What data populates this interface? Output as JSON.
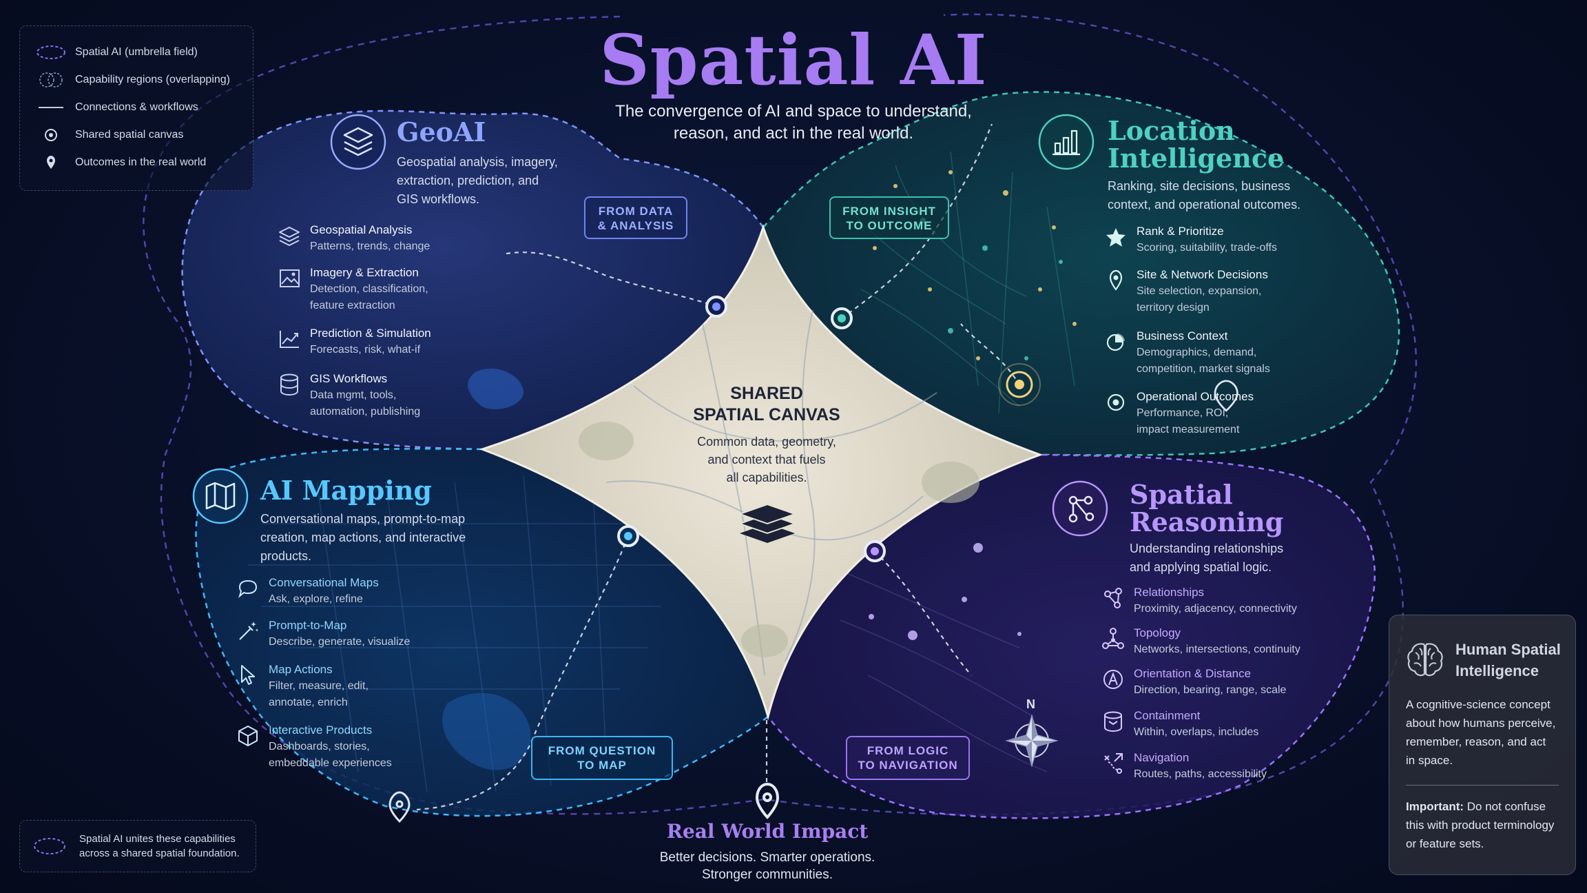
{
  "header": {
    "title": "Spatial AI",
    "subtitle_line1": "The convergence of AI and space to understand,",
    "subtitle_line2": "reason, and act in the real world."
  },
  "legend": {
    "items": [
      {
        "icon": "dashed-ellipse-icon",
        "label": "Spatial AI (umbrella field)"
      },
      {
        "icon": "overlap-circles-icon",
        "label": "Capability regions (overlapping)"
      },
      {
        "icon": "line-icon",
        "label": "Connections & workflows"
      },
      {
        "icon": "target-dot-icon",
        "label": "Shared spatial canvas"
      },
      {
        "icon": "map-pin-icon",
        "label": "Outcomes in the real world"
      }
    ]
  },
  "regions": {
    "geoai": {
      "title": "GeoAI",
      "desc": [
        "Geospatial analysis, imagery,",
        "extraction, prediction, and",
        "GIS workflows."
      ],
      "color": "#8ea4ff",
      "items": [
        {
          "icon": "layers-icon",
          "title": "Geospatial Analysis",
          "desc": [
            "Patterns, trends, change"
          ]
        },
        {
          "icon": "image-icon",
          "title": "Imagery & Extraction",
          "desc": [
            "Detection, classification,",
            "feature extraction"
          ]
        },
        {
          "icon": "trend-chart-icon",
          "title": "Prediction & Simulation",
          "desc": [
            "Forecasts, risk, what-if"
          ]
        },
        {
          "icon": "database-icon",
          "title": "GIS Workflows",
          "desc": [
            "Data mgmt, tools,",
            "automation, publishing"
          ]
        }
      ]
    },
    "location": {
      "title_line1": "Location",
      "title_line2": "Intelligence",
      "desc": [
        "Ranking, site decisions, business",
        "context, and operational outcomes."
      ],
      "color": "#4fd1c0",
      "items": [
        {
          "icon": "star-icon",
          "title": "Rank & Prioritize",
          "desc": [
            "Scoring, suitability, trade-offs"
          ]
        },
        {
          "icon": "map-pin-icon",
          "title": "Site & Network Decisions",
          "desc": [
            "Site selection, expansion,",
            "territory design"
          ]
        },
        {
          "icon": "pie-chart-icon",
          "title": "Business Context",
          "desc": [
            "Demographics, demand,",
            "competition, market signals"
          ]
        },
        {
          "icon": "target-icon",
          "title": "Operational Outcomes",
          "desc": [
            "Performance, ROI,",
            "impact measurement"
          ]
        }
      ]
    },
    "mapping": {
      "title": "AI Mapping",
      "desc": [
        "Conversational maps, prompt-to-map",
        "creation, map actions, and interactive",
        "products."
      ],
      "color": "#56c8ff",
      "items": [
        {
          "icon": "chat-bubble-icon",
          "title": "Conversational Maps",
          "desc": [
            "Ask, explore, refine"
          ]
        },
        {
          "icon": "magic-wand-icon",
          "title": "Prompt-to-Map",
          "desc": [
            "Describe, generate, visualize"
          ]
        },
        {
          "icon": "cursor-icon",
          "title": "Map Actions",
          "desc": [
            "Filter, measure, edit,",
            "annotate, enrich"
          ]
        },
        {
          "icon": "cube-icon",
          "title": "Interactive Products",
          "desc": [
            "Dashboards, stories,",
            "embeddable experiences"
          ]
        }
      ]
    },
    "reasoning": {
      "title_line1": "Spatial",
      "title_line2": "Reasoning",
      "desc": [
        "Understanding relationships",
        "and applying spatial logic."
      ],
      "color": "#b896ff",
      "items": [
        {
          "icon": "network-nodes-icon",
          "title": "Relationships",
          "desc": [
            "Proximity, adjacency, connectivity"
          ]
        },
        {
          "icon": "topology-icon",
          "title": "Topology",
          "desc": [
            "Networks, intersections, continuity"
          ]
        },
        {
          "icon": "compass-a-icon",
          "title": "Orientation & Distance",
          "desc": [
            "Direction, bearing, range, scale"
          ]
        },
        {
          "icon": "cylinder-icon",
          "title": "Containment",
          "desc": [
            "Within, overlaps, includes"
          ]
        },
        {
          "icon": "route-icon",
          "title": "Navigation",
          "desc": [
            "Routes, paths, accessibility"
          ]
        }
      ]
    }
  },
  "center": {
    "title_line1": "SHARED",
    "title_line2": "SPATIAL CANVAS",
    "desc": [
      "Common data, geometry,",
      "and context that fuels",
      "all capabilities."
    ]
  },
  "workflows": [
    {
      "line1": "FROM DATA",
      "line2": "& ANALYSIS"
    },
    {
      "line1": "FROM INSIGHT",
      "line2": "TO OUTCOME"
    },
    {
      "line1": "FROM QUESTION",
      "line2": "TO MAP"
    },
    {
      "line1": "FROM LOGIC",
      "line2": "TO NAVIGATION"
    }
  ],
  "compass_label": "N",
  "impact": {
    "title": "Real World Impact",
    "line1": "Better decisions. Smarter operations.",
    "line2": "Stronger communities."
  },
  "footnote": {
    "line1": "Spatial AI unites these capabilities",
    "line2": "across a shared spatial foundation."
  },
  "human_spatial": {
    "title_line1": "Human Spatial",
    "title_line2": "Intelligence",
    "desc": [
      "A cognitive-science concept",
      "about how humans perceive,",
      "remember, reason, and act",
      "in space."
    ],
    "important_label": "Important:",
    "important_rest": " Do not confuse",
    "important_lines": [
      "this with product terminology",
      "or feature sets."
    ]
  }
}
